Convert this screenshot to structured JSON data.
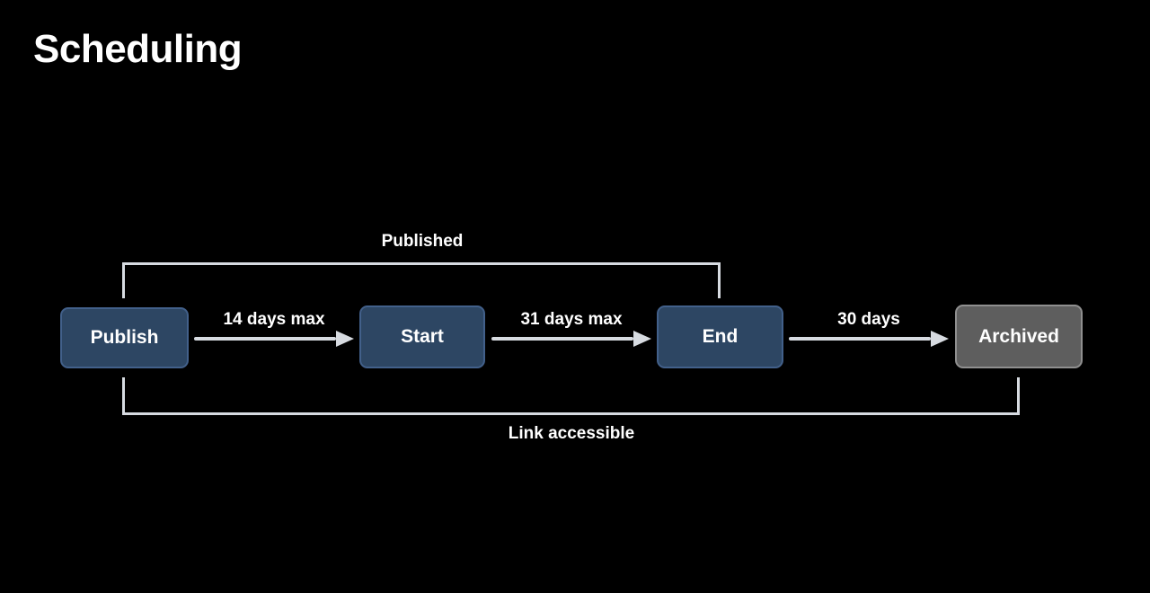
{
  "slide": {
    "title": "Scheduling"
  },
  "diagram": {
    "nodes": [
      {
        "id": "publish",
        "label": "Publish",
        "variant": "blue"
      },
      {
        "id": "start",
        "label": "Start",
        "variant": "blue"
      },
      {
        "id": "end",
        "label": "End",
        "variant": "blue"
      },
      {
        "id": "archived",
        "label": "Archived",
        "variant": "gray"
      }
    ],
    "arrows": [
      {
        "from": "publish",
        "to": "start",
        "label": "14 days max"
      },
      {
        "from": "start",
        "to": "end",
        "label": "31 days max"
      },
      {
        "from": "end",
        "to": "archived",
        "label": "30 days"
      }
    ],
    "brackets": [
      {
        "position": "top",
        "from": "publish",
        "to": "end",
        "label": "Published"
      },
      {
        "position": "bottom",
        "from": "publish",
        "to": "archived",
        "label": "Link accessible"
      }
    ]
  },
  "colors": {
    "background": "#000000",
    "node_blue_fill": "#2d4663",
    "node_blue_border": "#42608a",
    "node_gray_fill": "#5e5e5e",
    "node_gray_border": "#8f8f8f",
    "line": "#d7dbe1",
    "text": "#ffffff"
  }
}
